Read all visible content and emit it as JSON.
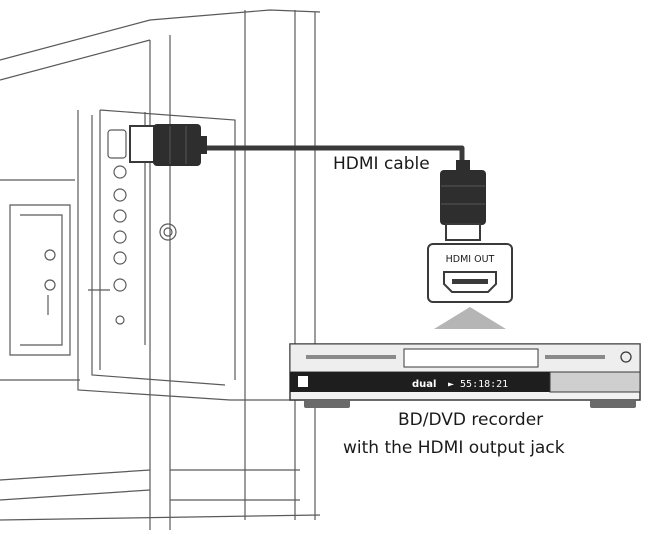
{
  "labels": {
    "cable": "HDMI cable",
    "port": "HDMI OUT",
    "recorder_line1": "BD/DVD recorder",
    "recorder_line2": "with the HDMI output jack",
    "display_readout": "► 55:18:21",
    "display_logo": "dual"
  },
  "icons": [
    "hdmi-connector-icon",
    "hdmi-port-icon",
    "up-arrow-icon"
  ],
  "colors": {
    "line": "#3a3a3a",
    "fill_light": "#e8e8e8",
    "fill_mid": "#bdbdbd",
    "display_bg": "#1e1e1e",
    "arrow": "#b5b5b5",
    "background": "#ffffff"
  }
}
